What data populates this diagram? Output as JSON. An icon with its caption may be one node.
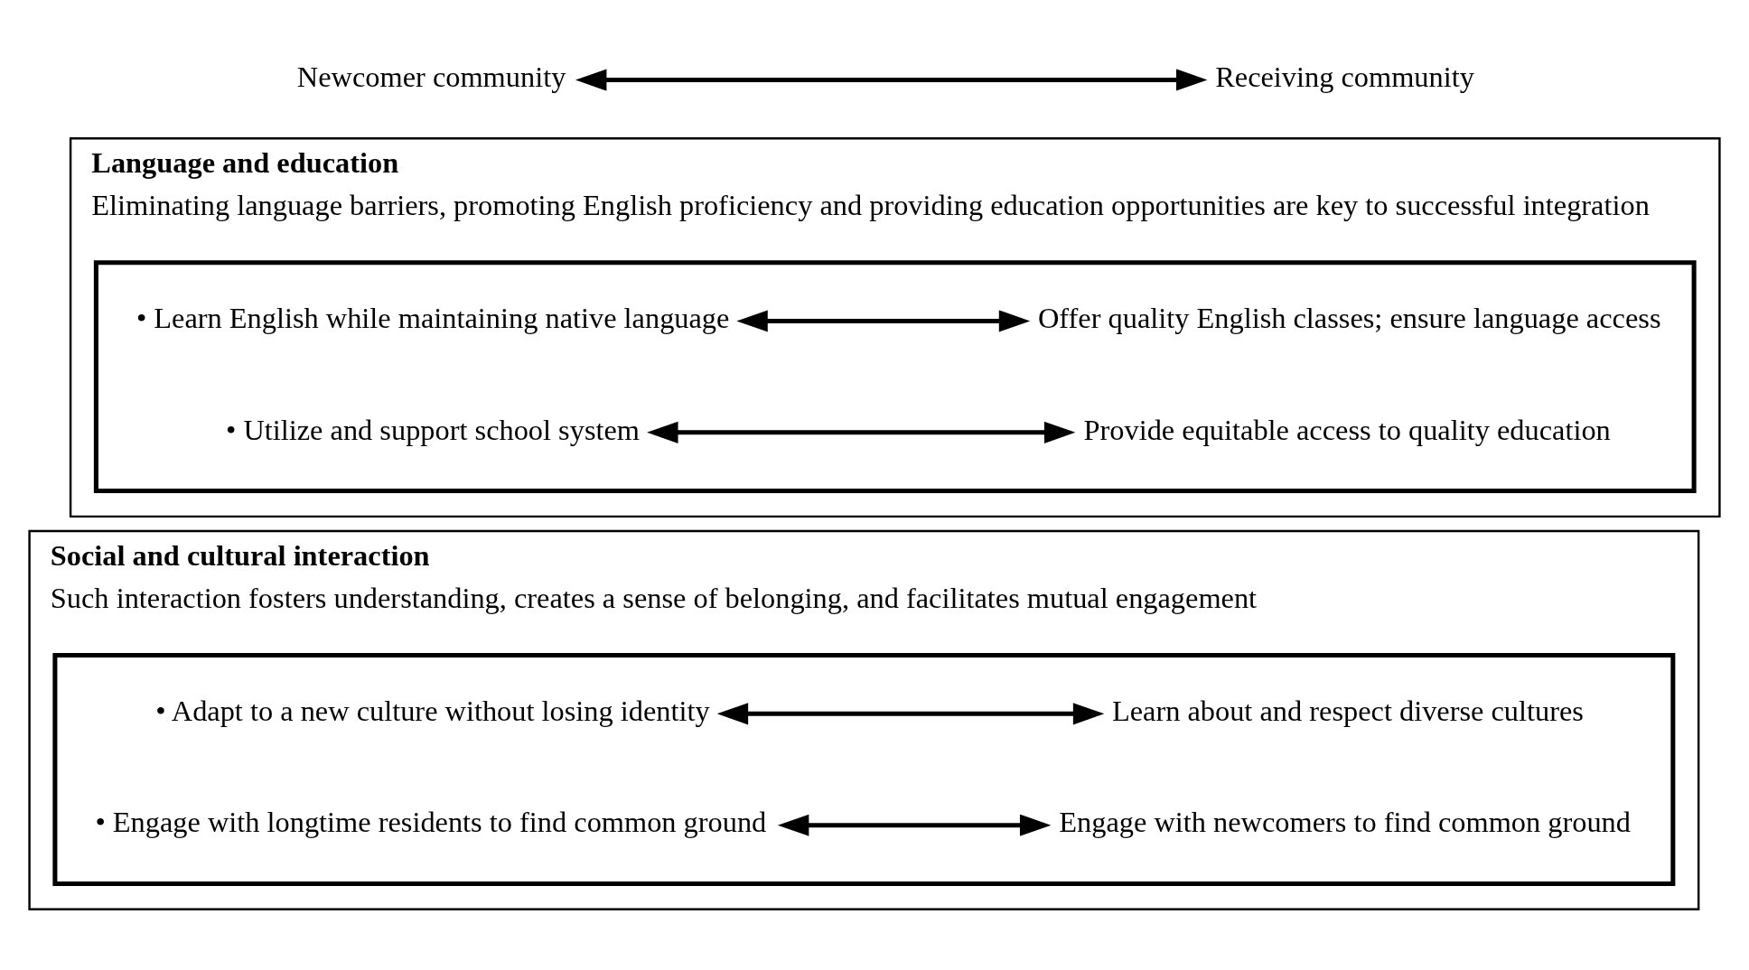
{
  "diagram": {
    "nodes": [
      {
        "text": [
          "Newcomer community"
        ]
      },
      {
        "text": [
          "Receiving community"
        ]
      },
      {
        "text": [
          "Language and education",
          "Eliminating language barriers, promoting English proficiency and providing education opportunities are key to successful integration"
        ]
      },
      {
        "text": [],
        "shape": "box",
        "in": 2
      },
      {
        "text": [
          "• Learn English while maintaining native language"
        ],
        "in": 3
      },
      {
        "text": [
          "• Utilize and support school system"
        ],
        "in": 3
      },
      {
        "text": [
          "Offer quality English classes; ensure language access"
        ],
        "in": 3
      },
      {
        "text": [
          "Provide equitable access to quality education"
        ],
        "in": 3
      },
      {
        "text": [
          "Social and cultural interaction",
          "Such interaction fosters understanding, creates a sense of belonging, and facilitates mutual engagement"
        ]
      },
      {
        "text": [],
        "shape": "box",
        "in": 8
      },
      {
        "text": [
          "• Adapt to a new culture without losing identity"
        ],
        "in": 9
      },
      {
        "text": [
          "• Engage with longtime residents to find common ground"
        ],
        "in": 9
      },
      {
        "text": [
          "Learn about and respect diverse cultures"
        ],
        "in": 9
      },
      {
        "text": [
          "Engage with newcomers to find common ground"
        ],
        "in": 9
      }
    ],
    "edges": [
      {
        "from": 0,
        "to": 1,
        "arrow": "both"
      },
      {
        "from": 4,
        "to": 6,
        "arrow": "both"
      },
      {
        "from": 5,
        "to": 7,
        "arrow": "both"
      },
      {
        "from": 10,
        "to": 12,
        "arrow": "both"
      },
      {
        "from": 11,
        "to": 13,
        "arrow": "both"
      }
    ]
  }
}
